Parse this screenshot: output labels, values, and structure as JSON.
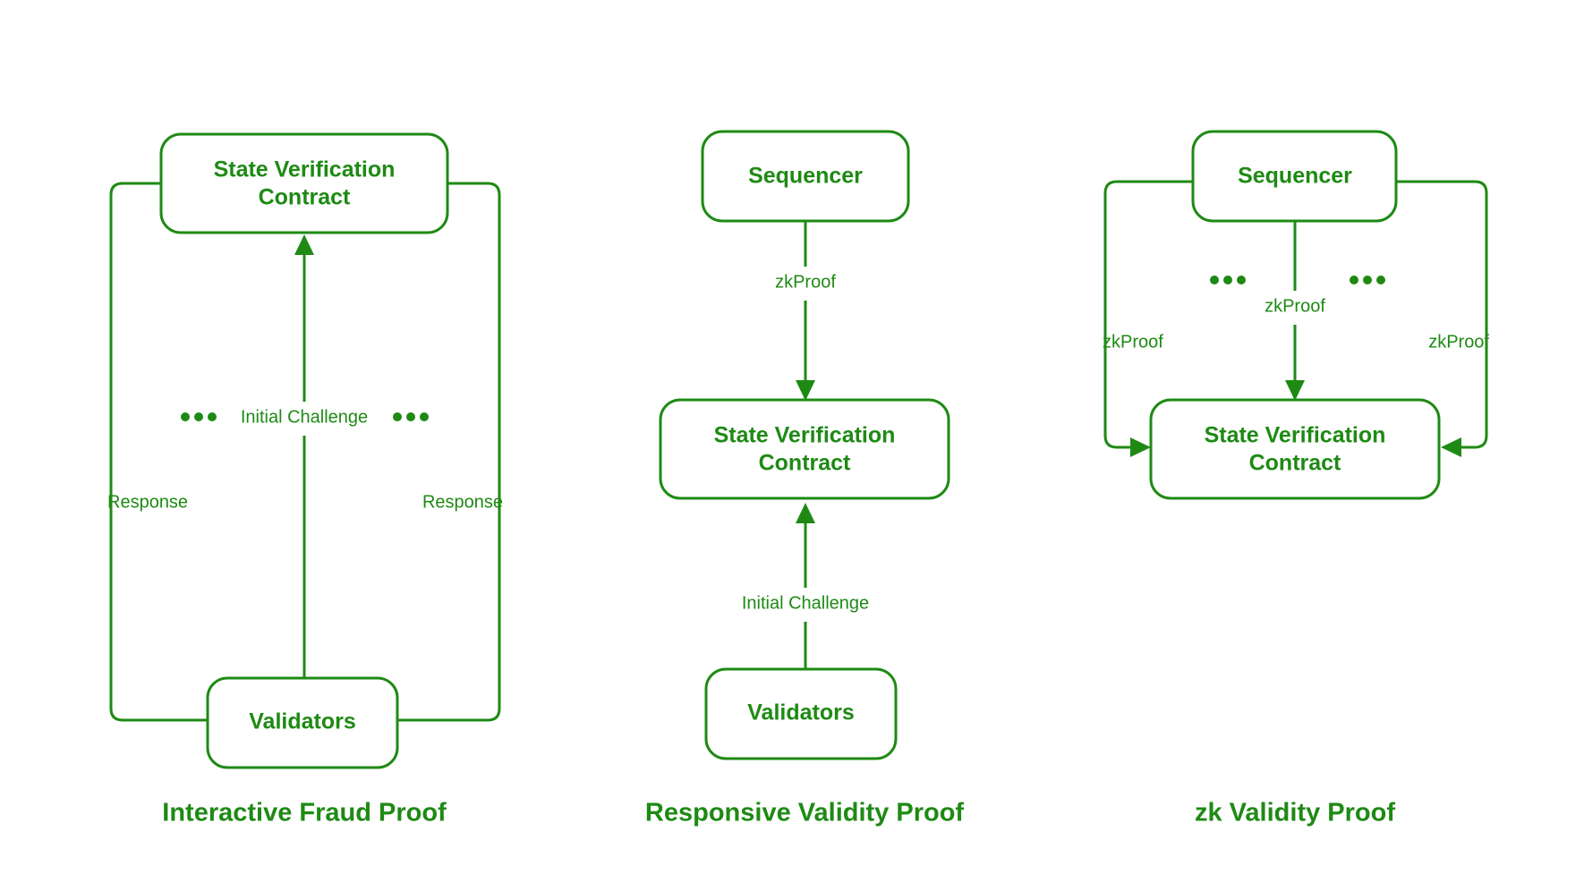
{
  "theme": {
    "accent_color": "#1e8a14",
    "background_color": "#ffffff"
  },
  "panels": [
    {
      "id": "interactive-fraud-proof",
      "caption": "Interactive Fraud Proof",
      "nodes": [
        {
          "id": "svc",
          "label_line1": "State Verification",
          "label_line2": "Contract"
        },
        {
          "id": "validators",
          "label": "Validators"
        }
      ],
      "edges": [
        {
          "id": "initial-challenge",
          "label": "Initial Challenge",
          "from": "validators",
          "to": "svc",
          "direction": "up"
        },
        {
          "id": "response-left",
          "label": "Response",
          "from": "validators",
          "to": "svc",
          "direction": "loop-left"
        },
        {
          "id": "response-right",
          "label": "Response",
          "from": "validators",
          "to": "svc",
          "direction": "loop-right"
        }
      ],
      "ellipses": [
        "...",
        "..."
      ]
    },
    {
      "id": "responsive-validity-proof",
      "caption": "Responsive Validity Proof",
      "nodes": [
        {
          "id": "sequencer",
          "label": "Sequencer"
        },
        {
          "id": "svc",
          "label_line1": "State Verification",
          "label_line2": "Contract"
        },
        {
          "id": "validators",
          "label": "Validators"
        }
      ],
      "edges": [
        {
          "id": "zkproof",
          "label": "zkProof",
          "from": "sequencer",
          "to": "svc",
          "direction": "down"
        },
        {
          "id": "initial-challenge",
          "label": "Initial Challenge",
          "from": "validators",
          "to": "svc",
          "direction": "up"
        }
      ],
      "ellipses": []
    },
    {
      "id": "zk-validity-proof",
      "caption": "zk Validity Proof",
      "nodes": [
        {
          "id": "sequencer",
          "label": "Sequencer"
        },
        {
          "id": "svc",
          "label_line1": "State Verification",
          "label_line2": "Contract"
        }
      ],
      "edges": [
        {
          "id": "zkproof-center",
          "label": "zkProof",
          "from": "sequencer",
          "to": "svc",
          "direction": "down"
        },
        {
          "id": "zkproof-left",
          "label": "zkProof",
          "from": "sequencer",
          "to": "svc",
          "direction": "loop-left"
        },
        {
          "id": "zkproof-right",
          "label": "zkProof",
          "from": "sequencer",
          "to": "svc",
          "direction": "loop-right"
        }
      ],
      "ellipses": [
        "...",
        "..."
      ]
    }
  ]
}
